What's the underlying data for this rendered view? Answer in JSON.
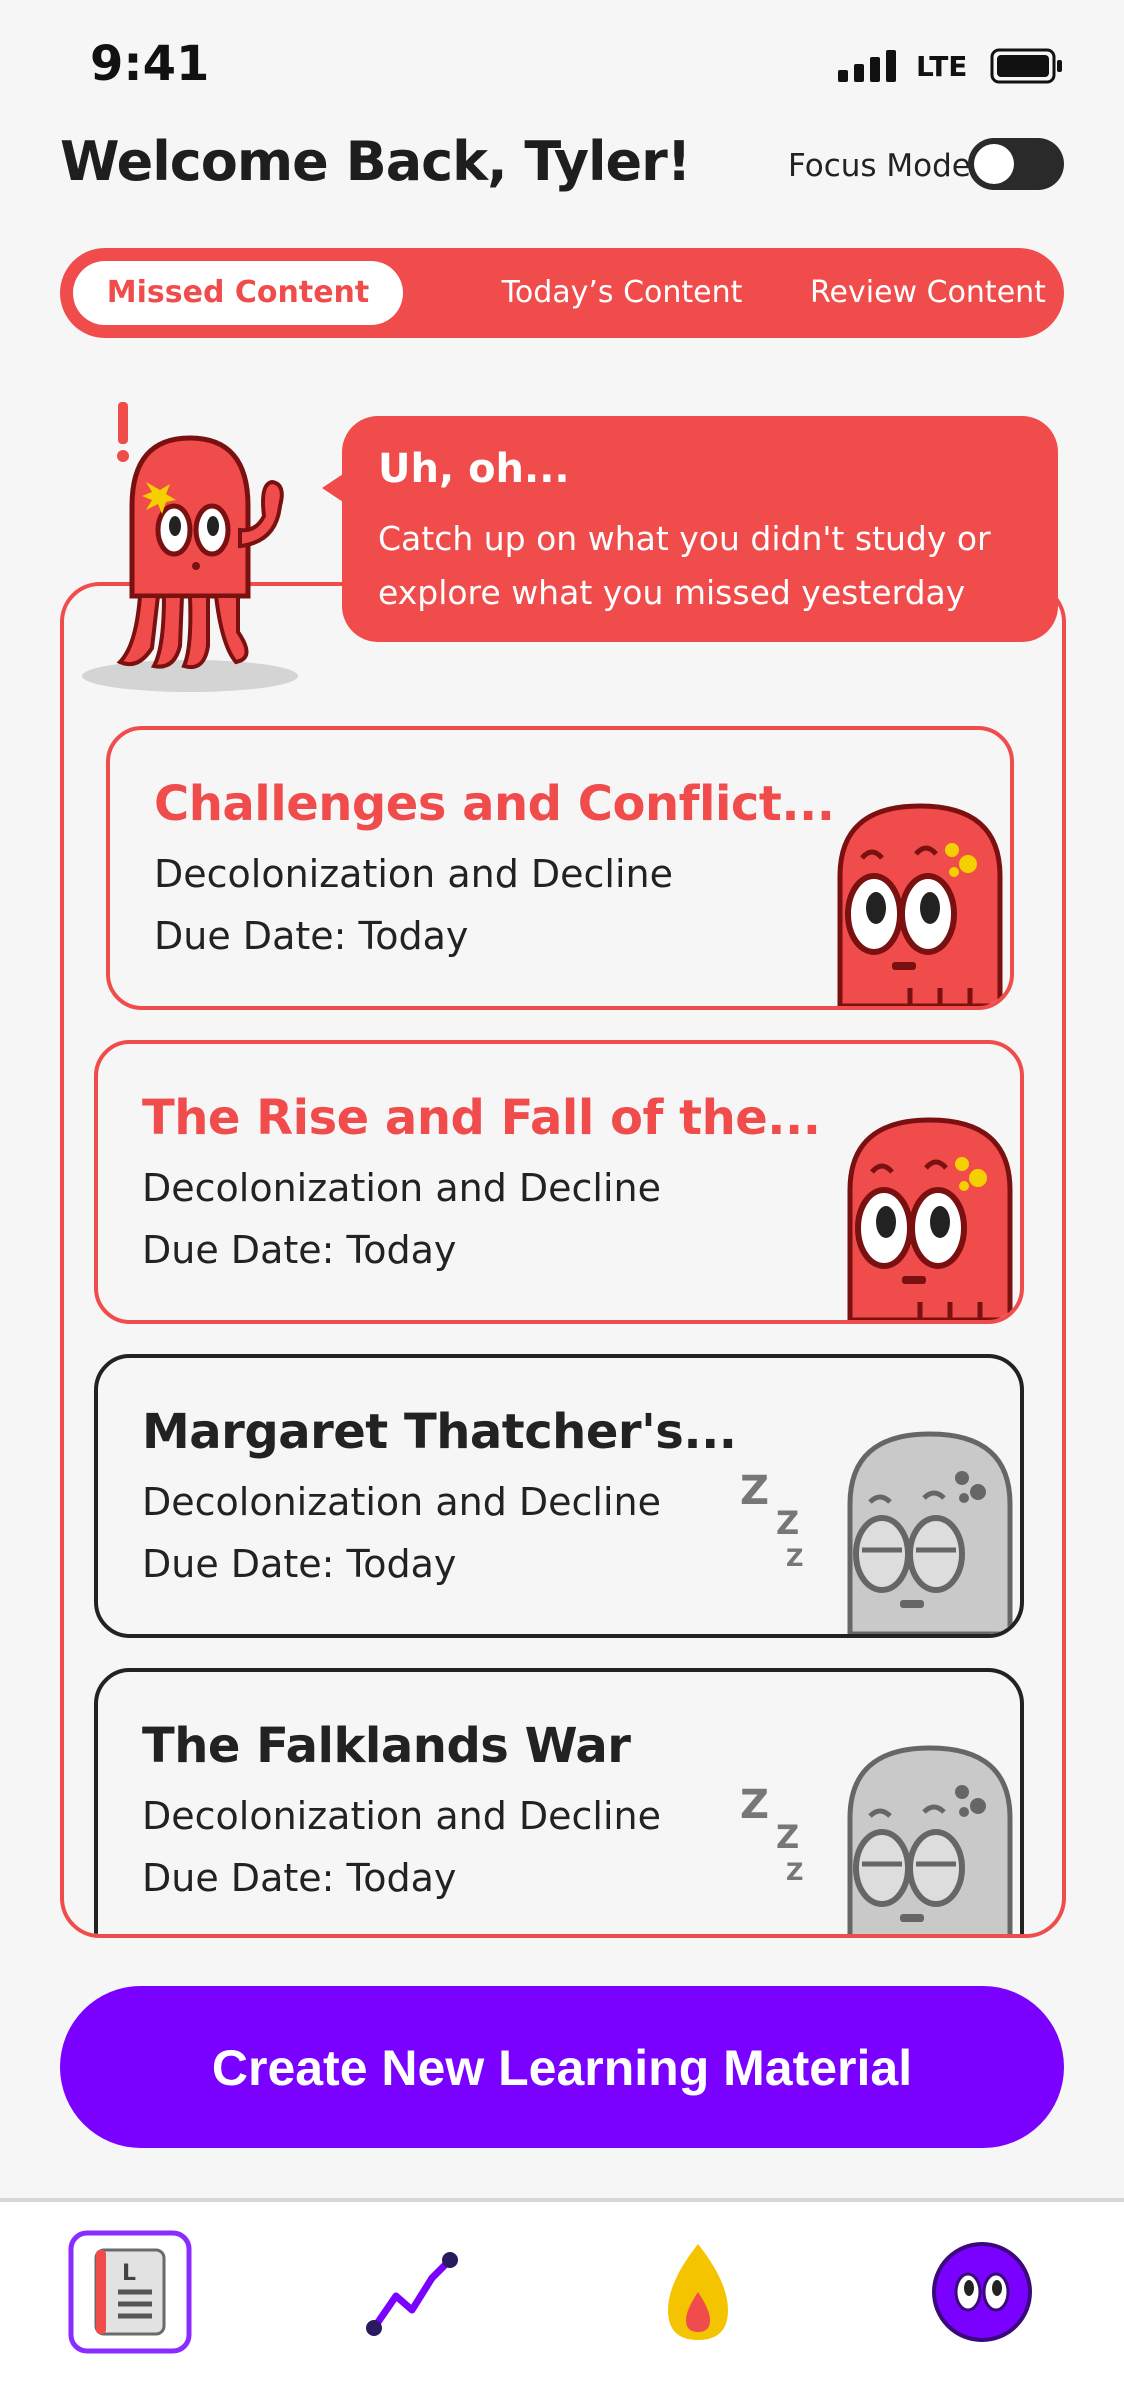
{
  "status_bar": {
    "time": "9:41",
    "network": "LTE"
  },
  "header": {
    "welcome": "Welcome Back, Tyler!",
    "focus_mode_label": "Focus Mode",
    "focus_mode_on": false
  },
  "tabs": [
    {
      "label": "Missed Content",
      "active": true
    },
    {
      "label": "Today’s Content",
      "active": false
    },
    {
      "label": "Review Content",
      "active": false
    }
  ],
  "bubble": {
    "title": "Uh, oh...",
    "text": "Catch up on what you didn't study or explore what you missed yesterday"
  },
  "cards": [
    {
      "title": "Challenges and Conflict...",
      "subtitle": "Decolonization and Decline",
      "due": "Due Date: Today",
      "state": "missed"
    },
    {
      "title": "The Rise and Fall of the...",
      "subtitle": "Decolonization and Decline",
      "due": "Due Date: Today",
      "state": "missed"
    },
    {
      "title": "Margaret Thatcher's...",
      "subtitle": "Decolonization and Decline",
      "due": "Due Date: Today",
      "state": "sleeping"
    },
    {
      "title": "The Falklands War",
      "subtitle": "Decolonization and Decline",
      "due": "Due Date: Today",
      "state": "sleeping"
    }
  ],
  "create_button": {
    "label": "Create New Learning Material"
  },
  "nav": {
    "items": [
      {
        "icon": "book-icon",
        "active": true
      },
      {
        "icon": "progress-chart-icon",
        "active": false
      },
      {
        "icon": "streak-flame-icon",
        "active": false
      },
      {
        "icon": "profile-avatar-icon",
        "active": false
      }
    ]
  },
  "colors": {
    "accent_red": "#f04c4c",
    "primary_purple": "#7a00ff",
    "dark": "#222222",
    "gray_mascot": "#c9c9c9",
    "flame_yellow": "#f5c400"
  }
}
